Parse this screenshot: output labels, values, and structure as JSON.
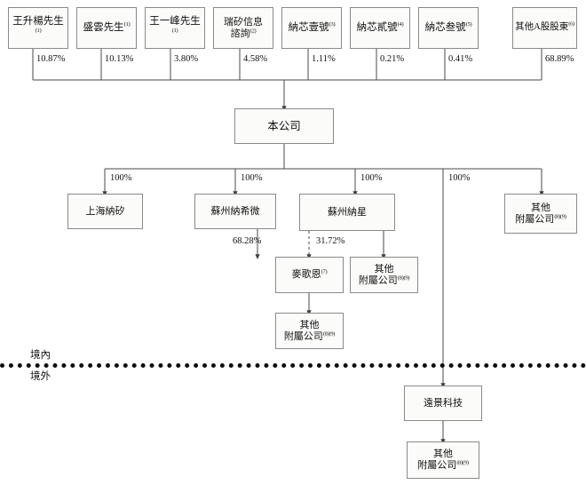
{
  "diagram": {
    "title": "Corporate shareholding structure chart",
    "zone_labels": {
      "domestic": "境內",
      "overseas": "境外"
    },
    "shareholders": [
      {
        "name": "王升楊先生",
        "note": "(1)",
        "pct": "10.87%"
      },
      {
        "name": "盛雲先生",
        "note": "(1)",
        "pct": "10.13%"
      },
      {
        "name": "王一峰先生",
        "note": "(1)",
        "pct": "3.80%"
      },
      {
        "name": "瑞矽信息\n諮詢",
        "note": "(2)",
        "pct": "4.58%"
      },
      {
        "name": "納芯壹號",
        "note": "(3)",
        "pct": "1.11%"
      },
      {
        "name": "納芯貳號",
        "note": "(4)",
        "pct": "0.21%"
      },
      {
        "name": "納芯叁號",
        "note": "(5)",
        "pct": "0.41%"
      },
      {
        "name": "其他A股股東",
        "note": "(6)",
        "pct": "68.89%"
      }
    ],
    "company": {
      "name": "本公司",
      "note": ""
    },
    "subsidiaries": [
      {
        "name": "上海納矽",
        "note": "",
        "pct": "100%"
      },
      {
        "name": "蘇州納希微",
        "note": "",
        "pct": "100%"
      },
      {
        "name": "蘇州納星",
        "note": "",
        "pct": "100%"
      },
      {
        "name": "其他\n附屬公司",
        "note": "(8)(9)",
        "pct": "100%"
      }
    ],
    "offshore_pct": "100%",
    "maigeen": {
      "name": "麥歌恩",
      "note": "(7)"
    },
    "maigeen_links": [
      {
        "pct": "68.28%",
        "style": "solid"
      },
      {
        "pct": "31.72%",
        "style": "dashed"
      }
    ],
    "other_sub_under_naxing": {
      "name": "其他\n附屬公司",
      "note": "(8)(9)"
    },
    "other_sub_under_maigeen": {
      "name": "其他\n附屬公司",
      "note": "(8)(9)"
    },
    "yuanjing": {
      "name": "遠景科技",
      "note": ""
    },
    "other_sub_under_yuanjing": {
      "name": "其他\n附屬公司",
      "note": "(8)(9)"
    },
    "colors": {
      "box_border": "#8a8a8a",
      "box_fill": "#fbfbfa",
      "line": "#4a4a4a",
      "border_line": "#0d0d0d",
      "text": "#111111"
    }
  }
}
